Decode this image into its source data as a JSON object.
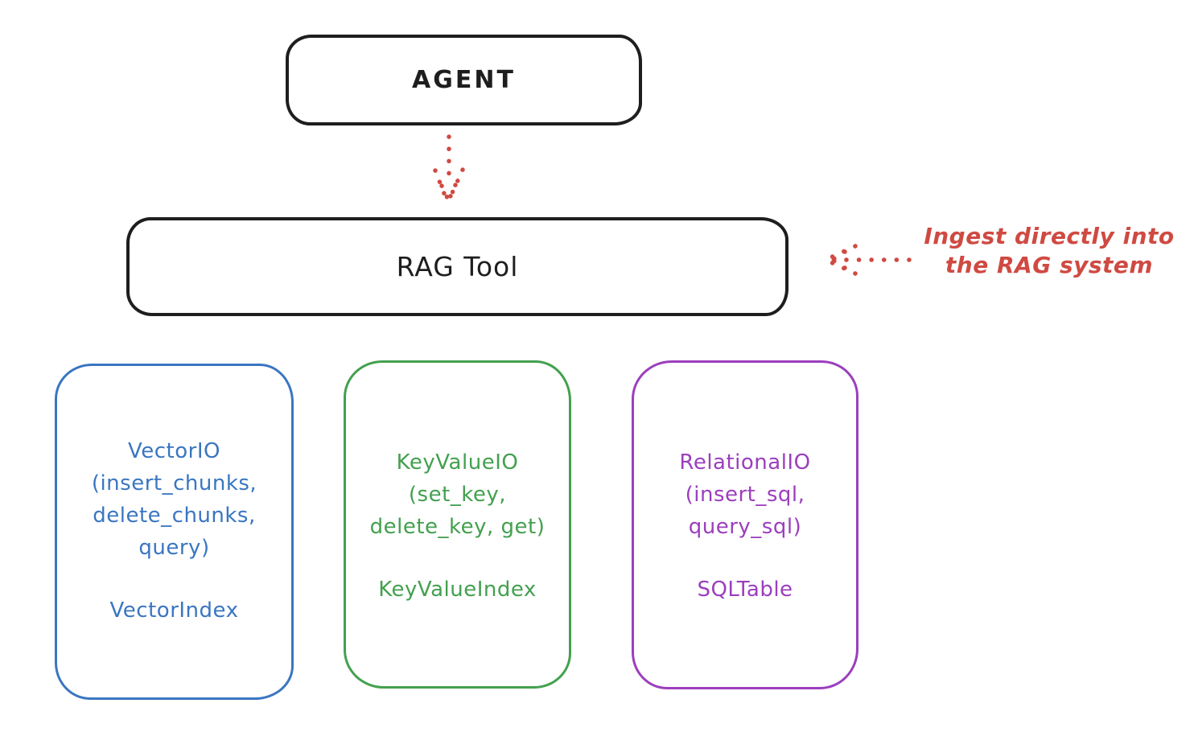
{
  "colors": {
    "stroke_black": "#1e1e1e",
    "accent_red": "#cf4a42",
    "vector_blue": "#3a76c1",
    "keyvalue_green": "#43a04f",
    "relational_purple": "#9b3fbd",
    "background": "#ffffff"
  },
  "nodes": {
    "agent": {
      "label": "AGENT"
    },
    "rag_tool": {
      "label": "RAG Tool"
    }
  },
  "annotation": {
    "line1": "Ingest directly into",
    "line2": "the RAG system"
  },
  "backends": [
    {
      "id": "vectorio",
      "color": "#3a76c1",
      "lines": [
        "VectorIO",
        "(insert_chunks,",
        "delete_chunks,",
        "query)"
      ],
      "index_label": "VectorIndex"
    },
    {
      "id": "keyvalueio",
      "color": "#43a04f",
      "lines": [
        "KeyValueIO",
        "(set_key,",
        "delete_key, get)"
      ],
      "index_label": "KeyValueIndex"
    },
    {
      "id": "relationalio",
      "color": "#9b3fbd",
      "lines": [
        "RelationalIO",
        "(insert_sql,",
        "query_sql)"
      ],
      "index_label": "SQLTable"
    }
  ],
  "icons": {
    "down_arrow": "dotted-down-arrow",
    "left_arrow": "dotted-left-arrow"
  }
}
